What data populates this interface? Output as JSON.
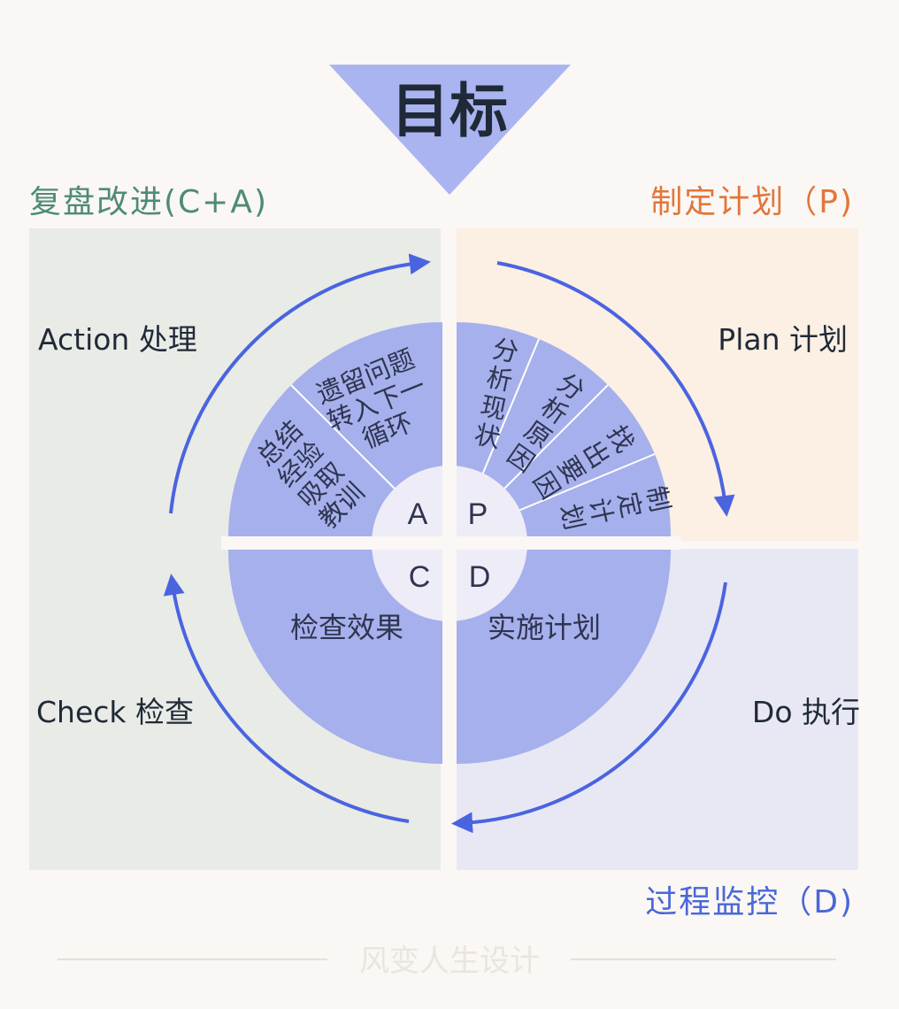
{
  "goal": {
    "label": "目标"
  },
  "quadrant_titles": {
    "ca": "复盘改进(C+A)",
    "p": "制定计划（P)",
    "d": "过程监控（D)"
  },
  "phase_labels": {
    "action": "Action 处理",
    "plan": "Plan 计划",
    "check": "Check 检查",
    "do": "Do 执行"
  },
  "center_letters": {
    "a": "A",
    "p": "P",
    "c": "C",
    "d": "D"
  },
  "plan_segments": {
    "s1": [
      "分",
      "析",
      "现",
      "状"
    ],
    "s2": [
      "分",
      "析",
      "原",
      "因"
    ],
    "s3": [
      "找",
      "出",
      "要",
      "因"
    ],
    "s4": [
      "制",
      "定",
      "计",
      "划"
    ]
  },
  "action_segments": {
    "s1": [
      "总结",
      "经验",
      "吸取",
      "教训"
    ],
    "s2": [
      "遗留问题",
      "转入下一",
      "循环"
    ]
  },
  "do_text": "实施计划",
  "check_text": "检查效果",
  "watermark": "风变人生设计",
  "colors": {
    "ca_title": "#4f8a78",
    "p_title": "#e2763a",
    "d_title": "#4a67d8",
    "arrow": "#4a64e0",
    "goal_triangle": "#aab4f0",
    "wheel_segment": "#a6b0ec",
    "wheel_center": "#eeecf6",
    "quadrant_ca": "#e9ebe6",
    "quadrant_p": "#fcefe3",
    "quadrant_d": "#e8e8f5"
  }
}
